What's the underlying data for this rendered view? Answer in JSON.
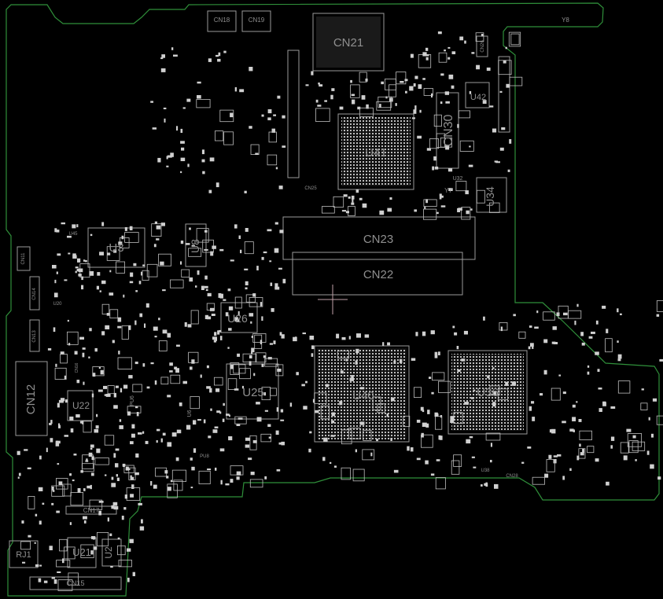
{
  "board": {
    "outline_color": "#2f8f3a",
    "background": "#000000",
    "silk_color": "#9a9a9a"
  },
  "labels": {
    "cn18": "CN18",
    "cn19": "CN19",
    "cn21": "CN21",
    "y8": "Y8",
    "cn26": "CN26",
    "u42": "U42",
    "cn30": "CN30",
    "u41": "U41",
    "u32": "U32",
    "y7": "Y7",
    "u34": "U34",
    "cn25": "CN25",
    "cn23": "CN23",
    "cn22": "CN22",
    "u45": "U45",
    "u3": "U3",
    "u8": "U8",
    "cn11": "CN11",
    "cn14": "CN14",
    "u20": "U20",
    "cn13": "CN13",
    "u26": "U26",
    "cn12": "CN12",
    "cn16": "CN16",
    "u22": "U22",
    "pu6": "PU6",
    "u25": "U25",
    "u6": "U6",
    "pu8": "PU8",
    "u40": "U40",
    "u36": "U36",
    "u38": "U38",
    "cn28": "CN28",
    "cn17": "CN17",
    "rj1": "RJ1",
    "u21": "U21",
    "u2": "U2",
    "cn15": "CN15"
  }
}
